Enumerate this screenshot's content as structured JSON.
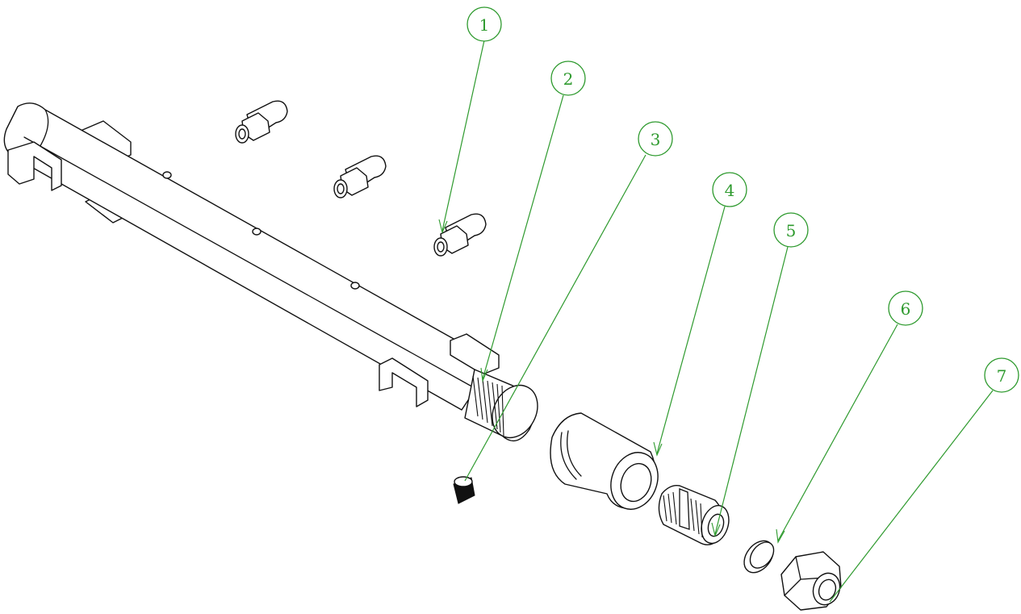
{
  "callouts": [
    {
      "id": "1",
      "label": "1",
      "part": "fitting-small"
    },
    {
      "id": "2",
      "label": "2",
      "part": "pipe-thread"
    },
    {
      "id": "3",
      "label": "3",
      "part": "plug"
    },
    {
      "id": "4",
      "label": "4",
      "part": "reducer"
    },
    {
      "id": "5",
      "label": "5",
      "part": "threaded-nipple"
    },
    {
      "id": "6",
      "label": "6",
      "part": "ring"
    },
    {
      "id": "7",
      "label": "7",
      "part": "hex-nut"
    }
  ],
  "colors": {
    "callout": "#2e9a2e",
    "linework": "#111111",
    "background": "#ffffff"
  }
}
